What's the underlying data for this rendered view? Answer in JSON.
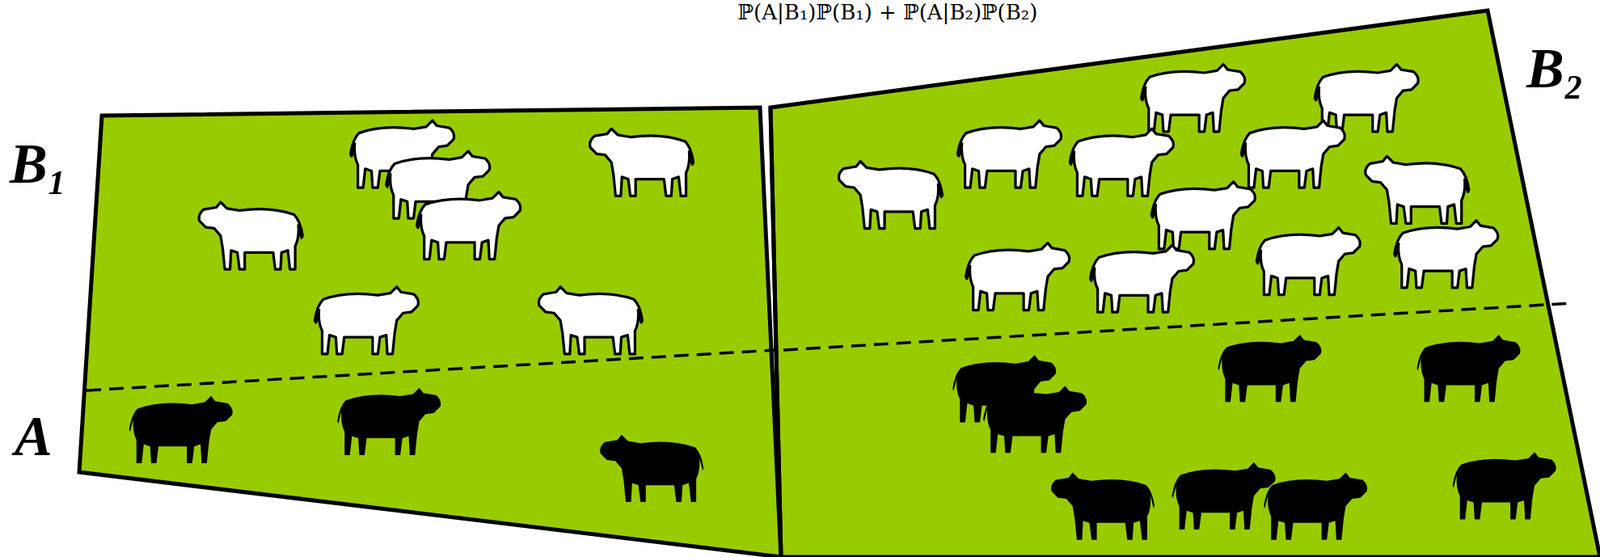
{
  "diagram": {
    "labels": [
      "ℙ(A|B₁)ℙ(B₁) + ℙ(A|B₂)ℙ(B₂)",
      "B₁",
      "A",
      "B₂"
    ]
  }
}
